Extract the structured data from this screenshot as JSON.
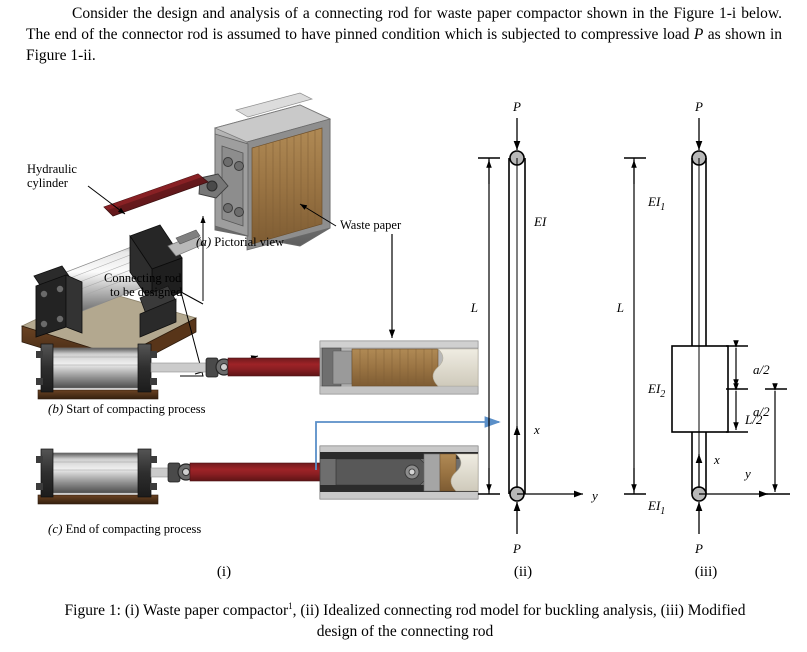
{
  "document": {
    "intro_paragraph": "Consider the design and analysis of a connecting rod for waste paper compactor shown in the Figure 1-i below. The end of the connector rod is assumed to have pinned condition which is subjected to compressive load P as shown in Figure 1-ii.",
    "intro_parts": {
      "p1": "Consider the design and analysis of a connecting rod for waste paper compactor shown in the Figure 1-i below. The end of the connector rod is assumed to have pinned condition which is subjected to compressive load ",
      "p_italic": "P",
      "p2": " as shown in Figure 1-ii."
    },
    "caption": {
      "prefix": "Figure 1: (i) Waste paper compactor",
      "footnote_marker": "1",
      "rest": ", (ii) Idealized connecting rod model for buckling analysis, (iii) Modified design of the connecting rod"
    }
  },
  "figure": {
    "panel_i": {
      "label": "(i)",
      "annotations": {
        "hydraulic_cylinder_line1": "Hydraulic",
        "hydraulic_cylinder_line2": "cylinder",
        "connecting_rod_line1": "Connecting rod",
        "connecting_rod_line2": "to be designed",
        "waste_paper": "Waste paper"
      },
      "subcaptions": {
        "a_letter": "(a)",
        "a_text": " Pictorial view",
        "b_letter": "(b)",
        "b_text": " Start of compacting process",
        "c_letter": "(c)",
        "c_text": " End of compacting process"
      }
    },
    "panel_ii": {
      "label": "(ii)",
      "load_top": "P",
      "load_bottom": "P",
      "stiffness": "EI",
      "length": "L",
      "axis_x": "x",
      "axis_y": "y"
    },
    "panel_iii": {
      "label": "(iii)",
      "load_top": "P",
      "load_bottom": "P",
      "stiffness_top": "EI",
      "stiffness_top_sub": "1",
      "stiffness_mid": "EI",
      "stiffness_mid_sub": "2",
      "stiffness_bot": "EI",
      "stiffness_bot_sub": "1",
      "length": "L",
      "dim_a_upper": "a/2",
      "dim_a_lower": "a/2",
      "dim_half_L": "L/2",
      "axis_x": "x",
      "axis_y": "y"
    },
    "colors": {
      "rod": "#8f1f22",
      "rod_dark": "#6e1a1c",
      "wood_base": "#4a2c15",
      "paper": "#9c7745",
      "metal_light": "#d4d4d4",
      "metal_dark": "#3a3a3a",
      "pin_fill": "#b8b8b8",
      "blue_arrow": "#5a8fc8",
      "line": "#000000"
    }
  }
}
